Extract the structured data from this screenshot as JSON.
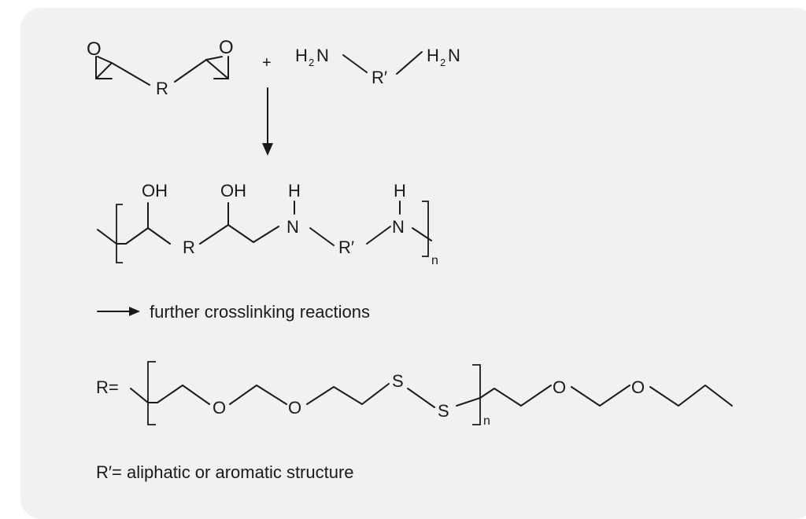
{
  "colors": {
    "panel": "#f1f1f3",
    "ink": "#1a1a1a"
  },
  "reaction": {
    "plus": "+",
    "epoxide_o": "O",
    "r": "R",
    "h2n_h": "H",
    "h2n_sub": "2",
    "h2n_n": "N",
    "r_prime": "R′"
  },
  "product": {
    "oh": "OH",
    "n": "N",
    "h": "H",
    "r": "R",
    "r_prime": "R′",
    "repeat": "n"
  },
  "further_label": "further crosslinking reactions",
  "r_definition": {
    "prefix": "R=",
    "o": "O",
    "s": "S",
    "repeat": "n"
  },
  "r_prime_definition": "R′= aliphatic or aromatic structure"
}
